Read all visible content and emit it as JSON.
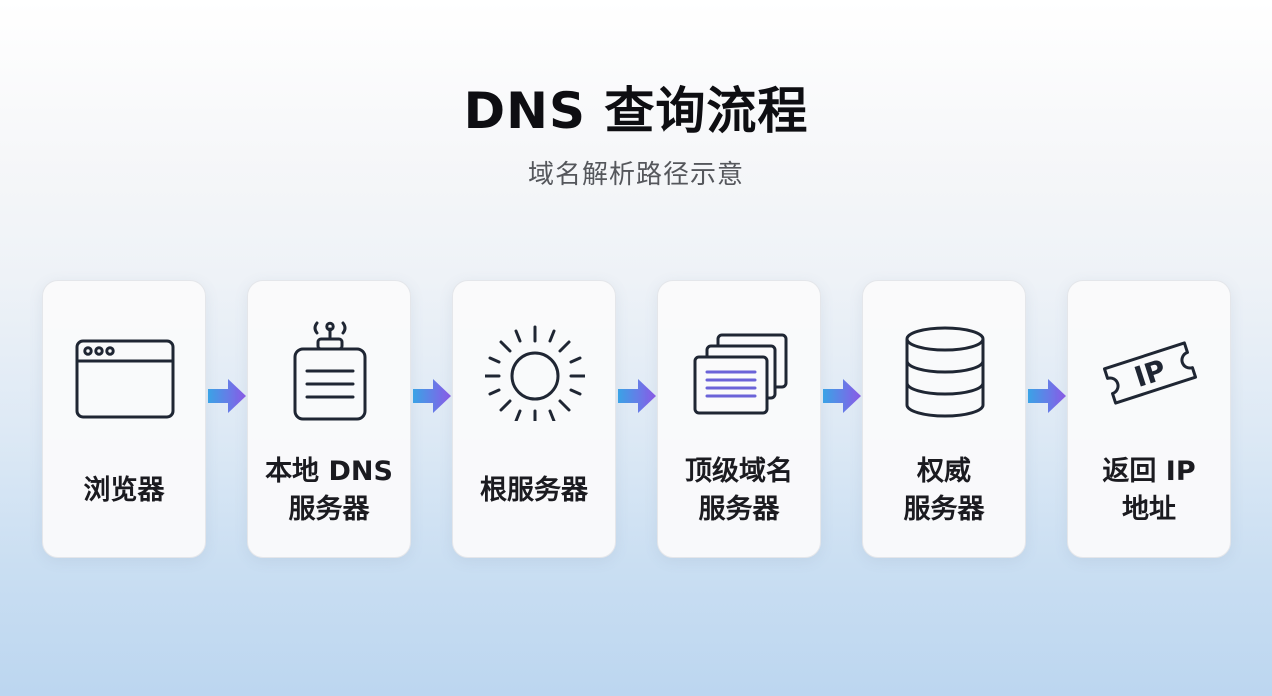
{
  "header": {
    "title": "DNS 查询流程",
    "subtitle": "域名解析路径示意"
  },
  "steps": [
    {
      "label": "浏览器",
      "icon": "browser-window-icon"
    },
    {
      "label": "本地 DNS\n服务器",
      "icon": "local-dns-server-icon"
    },
    {
      "label": "根服务器",
      "icon": "root-server-sun-icon"
    },
    {
      "label": "顶级域名\n服务器",
      "icon": "tld-server-stacked-cards-icon"
    },
    {
      "label": "权威\n服务器",
      "icon": "database-icon"
    },
    {
      "label": "返回 IP\n地址",
      "icon": "ip-ticket-icon"
    }
  ],
  "ticket_text": "IP",
  "colors": {
    "arrow_start": "#3aa3e6",
    "arrow_end": "#8c5ae8",
    "icon_stroke": "#1f2633",
    "accent_lines": "#6b63d8"
  }
}
